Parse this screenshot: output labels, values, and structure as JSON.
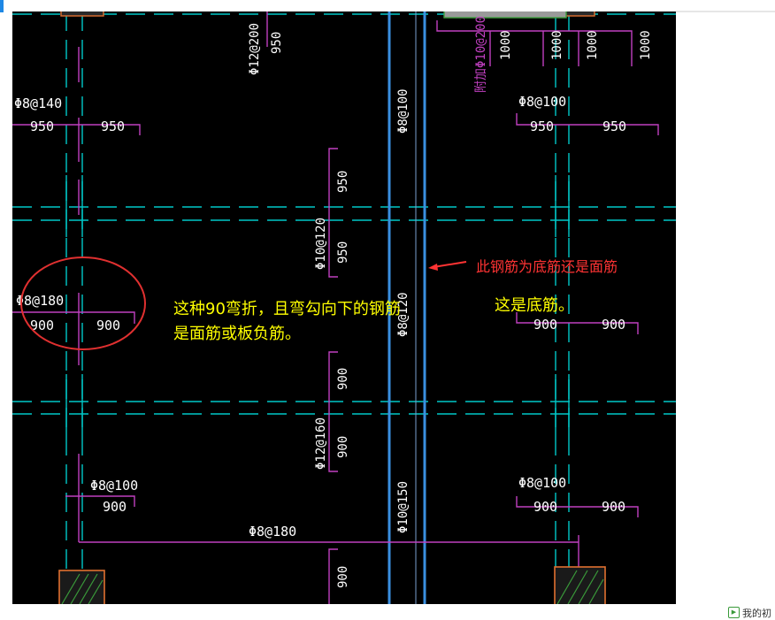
{
  "labels": {
    "rebar_top_a": "Φ12@200",
    "rebar_left_1": "Φ8@140",
    "rebar_left_2": "Φ8@180",
    "rebar_left_3": "Φ8@100",
    "rebar_mid_1": "Φ10@120",
    "rebar_mid_2": "Φ12@160",
    "rebar_vert_1": "Φ8@100",
    "rebar_vert_2": "Φ8@120",
    "rebar_vert_3": "Φ10@150",
    "rebar_right_1": "Φ8@100",
    "rebar_right_2": "Φ8@100",
    "rebar_bottom": "Φ8@180",
    "rebar_top_magenta": "附加Φ10@200",
    "dim_950": "950",
    "dim_900": "900",
    "dim_1000": "1000"
  },
  "notes": {
    "left_line1": "这种90弯折，且弯勾向下的钢筋",
    "left_line2": "是面筋或板负筋。",
    "arrow_question": "此钢筋为底筋还是面筋",
    "answer": "这是底筋。"
  },
  "status": {
    "button_label": "我的初"
  },
  "colors": {
    "background": "#000000",
    "grid_cyan": "#00c8c8",
    "rebar_magenta": "#c040c0",
    "beam_blue": "#3a8fe0",
    "note_yellow": "#ffff00",
    "note_red": "#ff3333",
    "circle_red": "#e03030"
  }
}
